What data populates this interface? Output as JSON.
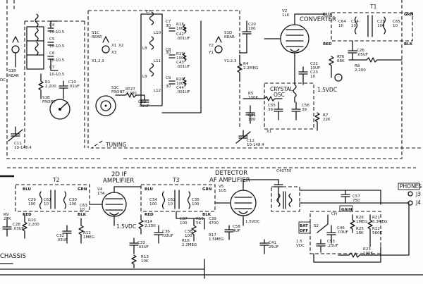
{
  "top": {
    "ant_coil": {
      "c4": "C4",
      "c4v": "10-10.5",
      "c5": "C5",
      "c5v": "10-10.5",
      "c6": "C6",
      "c6v": "10-10.5",
      "c7": "C7",
      "c7v": "10-10.5",
      "r1": "R1",
      "r1v": "2,200",
      "c10": "C10",
      "c10v": ".01UF",
      "rear": "S1B",
      "rearv": "REAR",
      "front": "S1B",
      "frontv": "FRONT",
      "c11": "C11",
      "c11v": "10-148.4",
      "vdc": "DC"
    },
    "s1c": {
      "rear": "S1C",
      "rearv": "REAR",
      "front": "S1C",
      "frontv": "FRONT",
      "x123": "X1,2,3",
      "x1": "X1",
      "x3": "X3",
      "x2": "X2"
    },
    "rf_coils": {
      "l7": "L7",
      "l8": "L8",
      "l9": "L9",
      "l10": "L10",
      "l11": "L11",
      "l12": "L12",
      "c7b": "C7",
      "c7bv": "30",
      "c8": "C8",
      "c8v": "30",
      "c9": "C9",
      "c9v": "30",
      "r18": "R18",
      "r18v": "100K",
      "c42": "C42",
      "c42v": ".001UF",
      "r19": "R19",
      "r19v": "100K",
      "c43": "C43",
      "c43v": ".001UF",
      "r20": "R20",
      "r20v": "100K",
      "c44": "C44",
      "c44v": ".001UF",
      "rt27": "RT27",
      "rt27v": "2,200",
      "c59": "C59",
      "c59v": ".01UF"
    },
    "s1d": {
      "rear": "S1D",
      "rearv": "REAR",
      "y2": "Y2",
      "y1": "Y1",
      "y123": "Y1,2,3",
      "r4": "R4",
      "r4v": "2.2MEG",
      "c20": "C20",
      "c20v": "100"
    },
    "converter": {
      "title": "CONVERTER",
      "tube": "V2",
      "tube_type": "1L6",
      "c22": "C22",
      "c22v": "10UF",
      "c23": "C23",
      "c23v": "10",
      "vdc": "1.5VDC",
      "r5": "R5",
      "r5v": "100K",
      "c21": "C21",
      "c21v": "100",
      "c12": "C12",
      "c12v": "10-148.4",
      "xtal": "CRYSTAL",
      "xtalv": "OSC",
      "c55": "C55",
      "c55v": "39",
      "c56": "C56",
      "c56v": "39",
      "x1": "X1",
      "r7": "R7",
      "r7v": "22K",
      "tuning": "TUNING"
    },
    "t1": {
      "title": "T1",
      "blu": "BLU",
      "grn": "GRN",
      "red": "RED",
      "blk": "BLK",
      "c64": "C64",
      "c64v": "10",
      "c24": "C24",
      "c24v": "10",
      "c25": "C25",
      "c25v": "100",
      "c65": "C65",
      "c65v": "10",
      "c26": "C26",
      "c26v": ".05UF",
      "r8": "R8",
      "r8v": "2,200",
      "rt6": "RT6",
      "rt6v": "68K"
    }
  },
  "bottom": {
    "t2": {
      "title": "T2",
      "blu": "BLU",
      "grn": "GRN",
      "red": "RED",
      "blk": "BLK",
      "c29": "C29",
      "c29v": "100",
      "c61": "C61",
      "c61v": "10",
      "c30": "C30",
      "c30v": "100",
      "c63": "C63",
      "c63v": "10",
      "c28": "C28",
      "c28v": ".03UF",
      "r10": "R10",
      "r10v": "2,200",
      "c32": "C32",
      "c32v": ".03UF",
      "r12": "R12",
      "r12v": "1MEG",
      "r9": "R9",
      "r9v": "27K"
    },
    "if2": {
      "title": "2D IF",
      "title2": "AMPLIFIER",
      "tube": "V4",
      "tube_type": "1T4",
      "vdc": "1.5VDC",
      "r14": "R14",
      "r14v": "2,200",
      "c36": "C36",
      "c36v": ".03UF",
      "c33": "C33",
      "c33v": ".03UF",
      "r13": "R13",
      "r13v": "10K"
    },
    "t3": {
      "title": "T3",
      "blu": "BLU",
      "grn": "GRN",
      "red": "RED",
      "blk": "BLK",
      "c34": "C34",
      "c34v": "100",
      "c62": "C62",
      "c62v": "10",
      "c35": "C35",
      "c35v": "100",
      "c37": "C37",
      "c37v": "100",
      "r15": "R15",
      "r15v": "5K",
      "r16": "R16",
      "r16v": "2.2MEG",
      "c38": "C38",
      "c38v": "100",
      "c39": "C39",
      "c39v": "4700",
      "r17": "R17",
      "r17v": "1.5MEG"
    },
    "det": {
      "title": "DETECTOR",
      "title2": "AF AMPLIFIER",
      "tube": "V5",
      "tube_type": "1U5",
      "vdc": "1.5VDC",
      "c58": "C58",
      "c58v": "4UF",
      "c40": "C40",
      "c40v": "750",
      "c41": "C41",
      "c41v": "25UF"
    },
    "out": {
      "phones": "PHONES",
      "j3": "J3",
      "j4": "J4",
      "c57": "C57",
      "c57v": "750",
      "gain": "GAIN",
      "bat": "BAT",
      "off": "OFF",
      "s2": "S2",
      "ch": "CH",
      "c46": "C46",
      "c46v": ".03UF",
      "c53": "C53",
      "c53v": ".25UF",
      "r26": "R26",
      "r26v": "1MEG",
      "r21": "R21",
      "r21v": "3.3MEG",
      "r25": "R25",
      "r25v": "18K",
      "r22": "R22",
      "r22v": "560K",
      "r23": "R23",
      "r23v": "100K",
      "vdc": "1.5",
      "vdcv": "VDC"
    },
    "chassis": "CHASSIS"
  }
}
